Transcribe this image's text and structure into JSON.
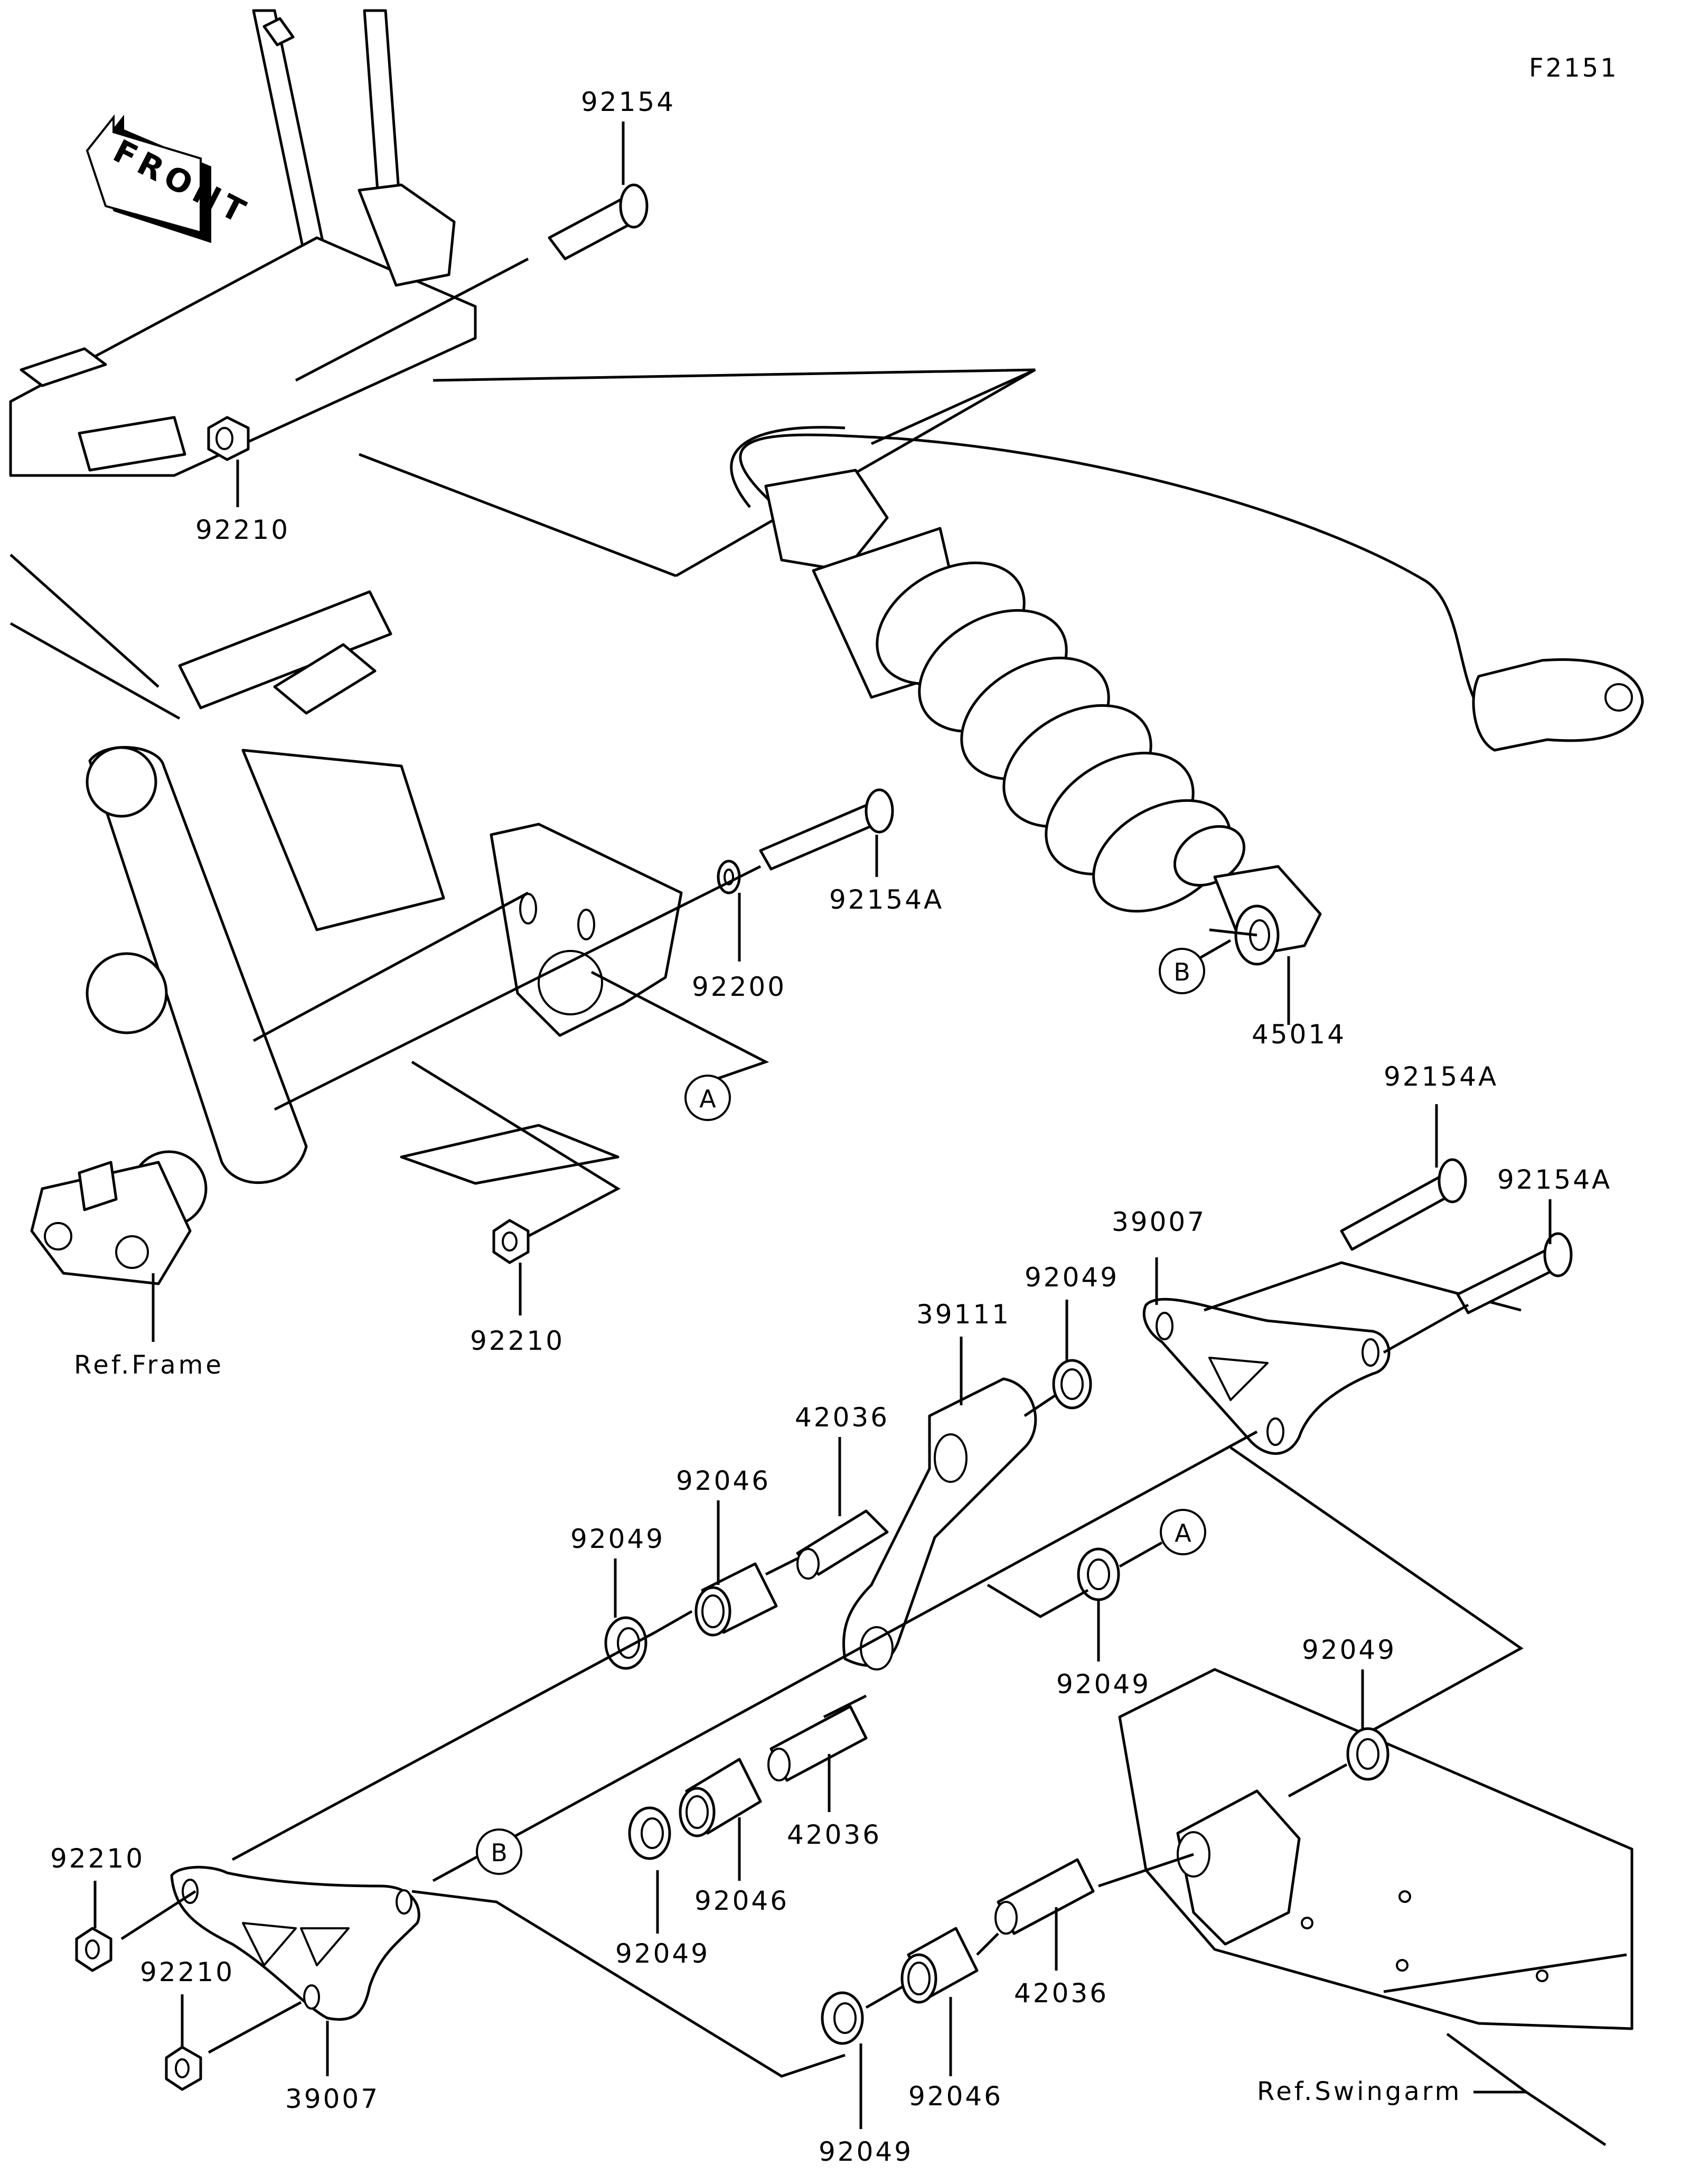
{
  "diagram_code": "F2151",
  "front_arrow": {
    "label": "FRONT",
    "icon": "front-direction-arrow-icon"
  },
  "references": {
    "frame": "Ref.Frame",
    "swingarm": "Ref.Swingarm"
  },
  "callouts": {
    "a": "A",
    "b": "B"
  },
  "parts": [
    {
      "id": "p1",
      "number": "92154",
      "description": "bolt (upper shock mount)"
    },
    {
      "id": "p2",
      "number": "92210",
      "description": "nut (upper)"
    },
    {
      "id": "p3",
      "number": "92154A",
      "description": "bolt (frame bracket)"
    },
    {
      "id": "p4",
      "number": "92200",
      "description": "washer"
    },
    {
      "id": "p5",
      "number": "45014",
      "description": "rear shock absorber"
    },
    {
      "id": "p6",
      "number": "92210",
      "description": "nut (frame bracket)"
    },
    {
      "id": "p7",
      "number": "92154A",
      "description": "bolt (linkage upper)"
    },
    {
      "id": "p8",
      "number": "92154A",
      "description": "bolt (linkage lower)"
    },
    {
      "id": "p9",
      "number": "39007",
      "description": "tie rod (right)"
    },
    {
      "id": "p10",
      "number": "92049",
      "description": "seal (rocker upper)"
    },
    {
      "id": "p11",
      "number": "39111",
      "description": "rocker arm"
    },
    {
      "id": "p12",
      "number": "42036",
      "description": "sleeve (rocker upper)"
    },
    {
      "id": "p13",
      "number": "92046",
      "description": "bearing (rocker upper)"
    },
    {
      "id": "p14",
      "number": "92049",
      "description": "seal (rocker left)"
    },
    {
      "id": "p15",
      "number": "92049",
      "description": "seal (rocker A)"
    },
    {
      "id": "p16",
      "number": "92049",
      "description": "seal (swingarm)"
    },
    {
      "id": "p17",
      "number": "42036",
      "description": "sleeve (rocker lower)"
    },
    {
      "id": "p18",
      "number": "92046",
      "description": "bearing (rocker lower)"
    },
    {
      "id": "p19",
      "number": "92049",
      "description": "seal (rocker lower)"
    },
    {
      "id": "p20",
      "number": "92210",
      "description": "nut (tie rod upper)"
    },
    {
      "id": "p21",
      "number": "92210",
      "description": "nut (tie rod lower)"
    },
    {
      "id": "p22",
      "number": "39007",
      "description": "tie rod (left)"
    },
    {
      "id": "p23",
      "number": "42036",
      "description": "sleeve (swingarm)"
    },
    {
      "id": "p24",
      "number": "92046",
      "description": "bearing (swingarm)"
    },
    {
      "id": "p25",
      "number": "92049",
      "description": "seal (swingarm lower)"
    }
  ]
}
